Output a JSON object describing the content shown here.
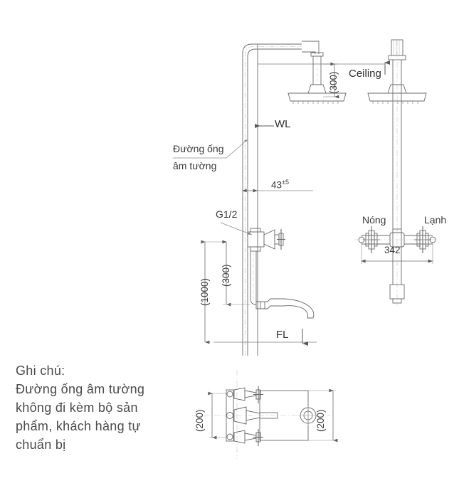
{
  "drawing": {
    "title": "Shower mixer installation drawing",
    "line_color": "#5a5a5a",
    "thin_line_color": "#9a9a9a",
    "text_color": "#3a3a3a"
  },
  "labels": {
    "ceiling": "Ceiling",
    "wall_line": "WL",
    "floor_line": "FL",
    "thread_size": "G1/2",
    "concealed_pipe_line1": "Đường ống",
    "concealed_pipe_line2": "âm tường",
    "hot": "Nóng",
    "cold": "Lạnh"
  },
  "dimensions": {
    "ceiling_drop": "(300)",
    "wall_offset_value": "43",
    "wall_offset_tolerance": "±5",
    "spout_height": "(1000)",
    "valve_to_spout": "(300)",
    "inlet_spacing": "342",
    "plan_left": "(200)",
    "plan_right": "(200)"
  },
  "note": {
    "heading": "Ghi chú:",
    "line1": "Đường ống âm tường",
    "line2": "không đi kèm bộ sản",
    "line3": "phẩm, khách hàng tự",
    "line4": "chuẩn bị"
  }
}
